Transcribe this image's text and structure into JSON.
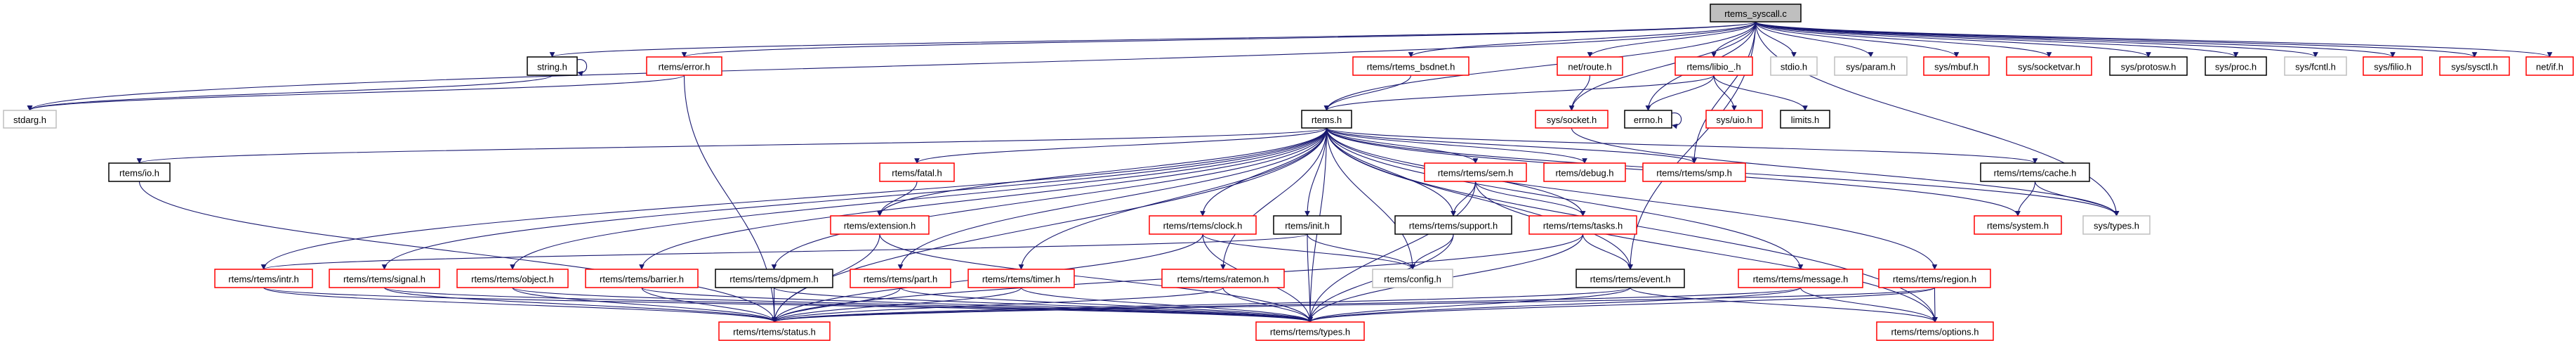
{
  "colors": {
    "edge": "#191970",
    "root_fill": "#bfbfbf",
    "border_red": "#ff0000",
    "border_black": "#000000",
    "border_gray": "#bfbfbf"
  },
  "nodes": [
    {
      "id": "syscall",
      "label": "rtems_syscall.c",
      "border": "black",
      "fill": "#bfbfbf"
    },
    {
      "id": "string",
      "label": "string.h",
      "border": "black"
    },
    {
      "id": "error",
      "label": "rtems/error.h",
      "border": "red"
    },
    {
      "id": "bsdnet",
      "label": "rtems/rtems_bsdnet.h",
      "border": "red"
    },
    {
      "id": "route",
      "label": "net/route.h",
      "border": "red"
    },
    {
      "id": "libio",
      "label": "rtems/libio_.h",
      "border": "red"
    },
    {
      "id": "stdio",
      "label": "stdio.h",
      "border": "gray"
    },
    {
      "id": "param",
      "label": "sys/param.h",
      "border": "gray"
    },
    {
      "id": "mbuf",
      "label": "sys/mbuf.h",
      "border": "red"
    },
    {
      "id": "socketvar",
      "label": "sys/socketvar.h",
      "border": "red"
    },
    {
      "id": "protosw",
      "label": "sys/protosw.h",
      "border": "black"
    },
    {
      "id": "proc",
      "label": "sys/proc.h",
      "border": "black"
    },
    {
      "id": "fcntl",
      "label": "sys/fcntl.h",
      "border": "gray"
    },
    {
      "id": "filio",
      "label": "sys/filio.h",
      "border": "red"
    },
    {
      "id": "sysctl",
      "label": "sys/sysctl.h",
      "border": "red"
    },
    {
      "id": "netif",
      "label": "net/if.h",
      "border": "red"
    },
    {
      "id": "stdarg",
      "label": "stdarg.h",
      "border": "gray"
    },
    {
      "id": "rtemsh",
      "label": "rtems.h",
      "border": "black"
    },
    {
      "id": "socket",
      "label": "sys/socket.h",
      "border": "red"
    },
    {
      "id": "errno",
      "label": "errno.h",
      "border": "black"
    },
    {
      "id": "uio",
      "label": "sys/uio.h",
      "border": "red"
    },
    {
      "id": "limits",
      "label": "limits.h",
      "border": "black"
    },
    {
      "id": "io",
      "label": "rtems/io.h",
      "border": "black"
    },
    {
      "id": "fatal",
      "label": "rtems/fatal.h",
      "border": "red"
    },
    {
      "id": "sem",
      "label": "rtems/rtems/sem.h",
      "border": "red"
    },
    {
      "id": "debug",
      "label": "rtems/debug.h",
      "border": "red"
    },
    {
      "id": "smp",
      "label": "rtems/rtems/smp.h",
      "border": "red"
    },
    {
      "id": "cache",
      "label": "rtems/rtems/cache.h",
      "border": "black"
    },
    {
      "id": "extension",
      "label": "rtems/extension.h",
      "border": "red"
    },
    {
      "id": "clock",
      "label": "rtems/rtems/clock.h",
      "border": "red"
    },
    {
      "id": "init",
      "label": "rtems/init.h",
      "border": "black"
    },
    {
      "id": "support",
      "label": "rtems/rtems/support.h",
      "border": "black"
    },
    {
      "id": "tasks",
      "label": "rtems/rtems/tasks.h",
      "border": "red"
    },
    {
      "id": "system",
      "label": "rtems/system.h",
      "border": "red"
    },
    {
      "id": "systypes",
      "label": "sys/types.h",
      "border": "gray"
    },
    {
      "id": "intr",
      "label": "rtems/rtems/intr.h",
      "border": "red"
    },
    {
      "id": "signal",
      "label": "rtems/rtems/signal.h",
      "border": "red"
    },
    {
      "id": "object",
      "label": "rtems/rtems/object.h",
      "border": "red"
    },
    {
      "id": "barrier",
      "label": "rtems/rtems/barrier.h",
      "border": "red"
    },
    {
      "id": "dpmem",
      "label": "rtems/rtems/dpmem.h",
      "border": "black"
    },
    {
      "id": "part",
      "label": "rtems/rtems/part.h",
      "border": "red"
    },
    {
      "id": "timer",
      "label": "rtems/rtems/timer.h",
      "border": "red"
    },
    {
      "id": "ratemon",
      "label": "rtems/rtems/ratemon.h",
      "border": "red"
    },
    {
      "id": "config",
      "label": "rtems/config.h",
      "border": "gray"
    },
    {
      "id": "event",
      "label": "rtems/rtems/event.h",
      "border": "black"
    },
    {
      "id": "message",
      "label": "rtems/rtems/message.h",
      "border": "red"
    },
    {
      "id": "region",
      "label": "rtems/rtems/region.h",
      "border": "red"
    },
    {
      "id": "status",
      "label": "rtems/rtems/status.h",
      "border": "red"
    },
    {
      "id": "types",
      "label": "rtems/rtems/types.h",
      "border": "red"
    },
    {
      "id": "options",
      "label": "rtems/rtems/options.h",
      "border": "red"
    }
  ],
  "edges": [
    [
      "syscall",
      "string"
    ],
    [
      "syscall",
      "error"
    ],
    [
      "syscall",
      "stdarg"
    ],
    [
      "syscall",
      "rtemsh"
    ],
    [
      "syscall",
      "bsdnet"
    ],
    [
      "syscall",
      "route"
    ],
    [
      "syscall",
      "libio"
    ],
    [
      "syscall",
      "socket"
    ],
    [
      "syscall",
      "errno"
    ],
    [
      "syscall",
      "stdio"
    ],
    [
      "syscall",
      "param"
    ],
    [
      "syscall",
      "mbuf"
    ],
    [
      "syscall",
      "socketvar"
    ],
    [
      "syscall",
      "protosw"
    ],
    [
      "syscall",
      "proc"
    ],
    [
      "syscall",
      "fcntl"
    ],
    [
      "syscall",
      "filio"
    ],
    [
      "syscall",
      "sysctl"
    ],
    [
      "syscall",
      "netif"
    ],
    [
      "syscall",
      "smp"
    ],
    [
      "syscall",
      "systypes"
    ],
    [
      "syscall",
      "event"
    ],
    [
      "string",
      "string"
    ],
    [
      "string",
      "stdarg"
    ],
    [
      "error",
      "stdarg"
    ],
    [
      "error",
      "status"
    ],
    [
      "bsdnet",
      "rtemsh"
    ],
    [
      "route",
      "socket"
    ],
    [
      "libio",
      "rtemsh"
    ],
    [
      "libio",
      "errno"
    ],
    [
      "libio",
      "uio"
    ],
    [
      "libio",
      "limits"
    ],
    [
      "errno",
      "errno"
    ],
    [
      "socket",
      "systypes"
    ],
    [
      "rtemsh",
      "io"
    ],
    [
      "rtemsh",
      "fatal"
    ],
    [
      "rtemsh",
      "extension"
    ],
    [
      "rtemsh",
      "intr"
    ],
    [
      "rtemsh",
      "signal"
    ],
    [
      "rtemsh",
      "object"
    ],
    [
      "rtemsh",
      "barrier"
    ],
    [
      "rtemsh",
      "dpmem"
    ],
    [
      "rtemsh",
      "part"
    ],
    [
      "rtemsh",
      "timer"
    ],
    [
      "rtemsh",
      "clock"
    ],
    [
      "rtemsh",
      "init"
    ],
    [
      "rtemsh",
      "ratemon"
    ],
    [
      "rtemsh",
      "config"
    ],
    [
      "rtemsh",
      "support"
    ],
    [
      "rtemsh",
      "tasks"
    ],
    [
      "rtemsh",
      "sem"
    ],
    [
      "rtemsh",
      "debug"
    ],
    [
      "rtemsh",
      "smp"
    ],
    [
      "rtemsh",
      "cache"
    ],
    [
      "rtemsh",
      "system"
    ],
    [
      "rtemsh",
      "systypes"
    ],
    [
      "rtemsh",
      "event"
    ],
    [
      "rtemsh",
      "message"
    ],
    [
      "rtemsh",
      "region"
    ],
    [
      "rtemsh",
      "options"
    ],
    [
      "rtemsh",
      "status"
    ],
    [
      "rtemsh",
      "types"
    ],
    [
      "io",
      "status"
    ],
    [
      "fatal",
      "extension"
    ],
    [
      "extension",
      "status"
    ],
    [
      "extension",
      "types"
    ],
    [
      "intr",
      "status"
    ],
    [
      "intr",
      "types"
    ],
    [
      "signal",
      "status"
    ],
    [
      "signal",
      "types"
    ],
    [
      "object",
      "status"
    ],
    [
      "object",
      "types"
    ],
    [
      "barrier",
      "status"
    ],
    [
      "barrier",
      "types"
    ],
    [
      "dpmem",
      "status"
    ],
    [
      "dpmem",
      "types"
    ],
    [
      "part",
      "status"
    ],
    [
      "part",
      "types"
    ],
    [
      "timer",
      "status"
    ],
    [
      "timer",
      "types"
    ],
    [
      "ratemon",
      "status"
    ],
    [
      "ratemon",
      "types"
    ],
    [
      "clock",
      "status"
    ],
    [
      "clock",
      "types"
    ],
    [
      "clock",
      "config"
    ],
    [
      "init",
      "config"
    ],
    [
      "init",
      "types"
    ],
    [
      "init",
      "intr"
    ],
    [
      "support",
      "config"
    ],
    [
      "support",
      "types"
    ],
    [
      "tasks",
      "status"
    ],
    [
      "tasks",
      "types"
    ],
    [
      "tasks",
      "event"
    ],
    [
      "sem",
      "support"
    ],
    [
      "sem",
      "tasks"
    ],
    [
      "sem",
      "types"
    ],
    [
      "sem",
      "options"
    ],
    [
      "cache",
      "system"
    ],
    [
      "cache",
      "systypes"
    ],
    [
      "event",
      "status"
    ],
    [
      "event",
      "types"
    ],
    [
      "event",
      "options"
    ],
    [
      "message",
      "status"
    ],
    [
      "message",
      "types"
    ],
    [
      "message",
      "options"
    ],
    [
      "region",
      "status"
    ],
    [
      "region",
      "types"
    ],
    [
      "region",
      "options"
    ]
  ]
}
